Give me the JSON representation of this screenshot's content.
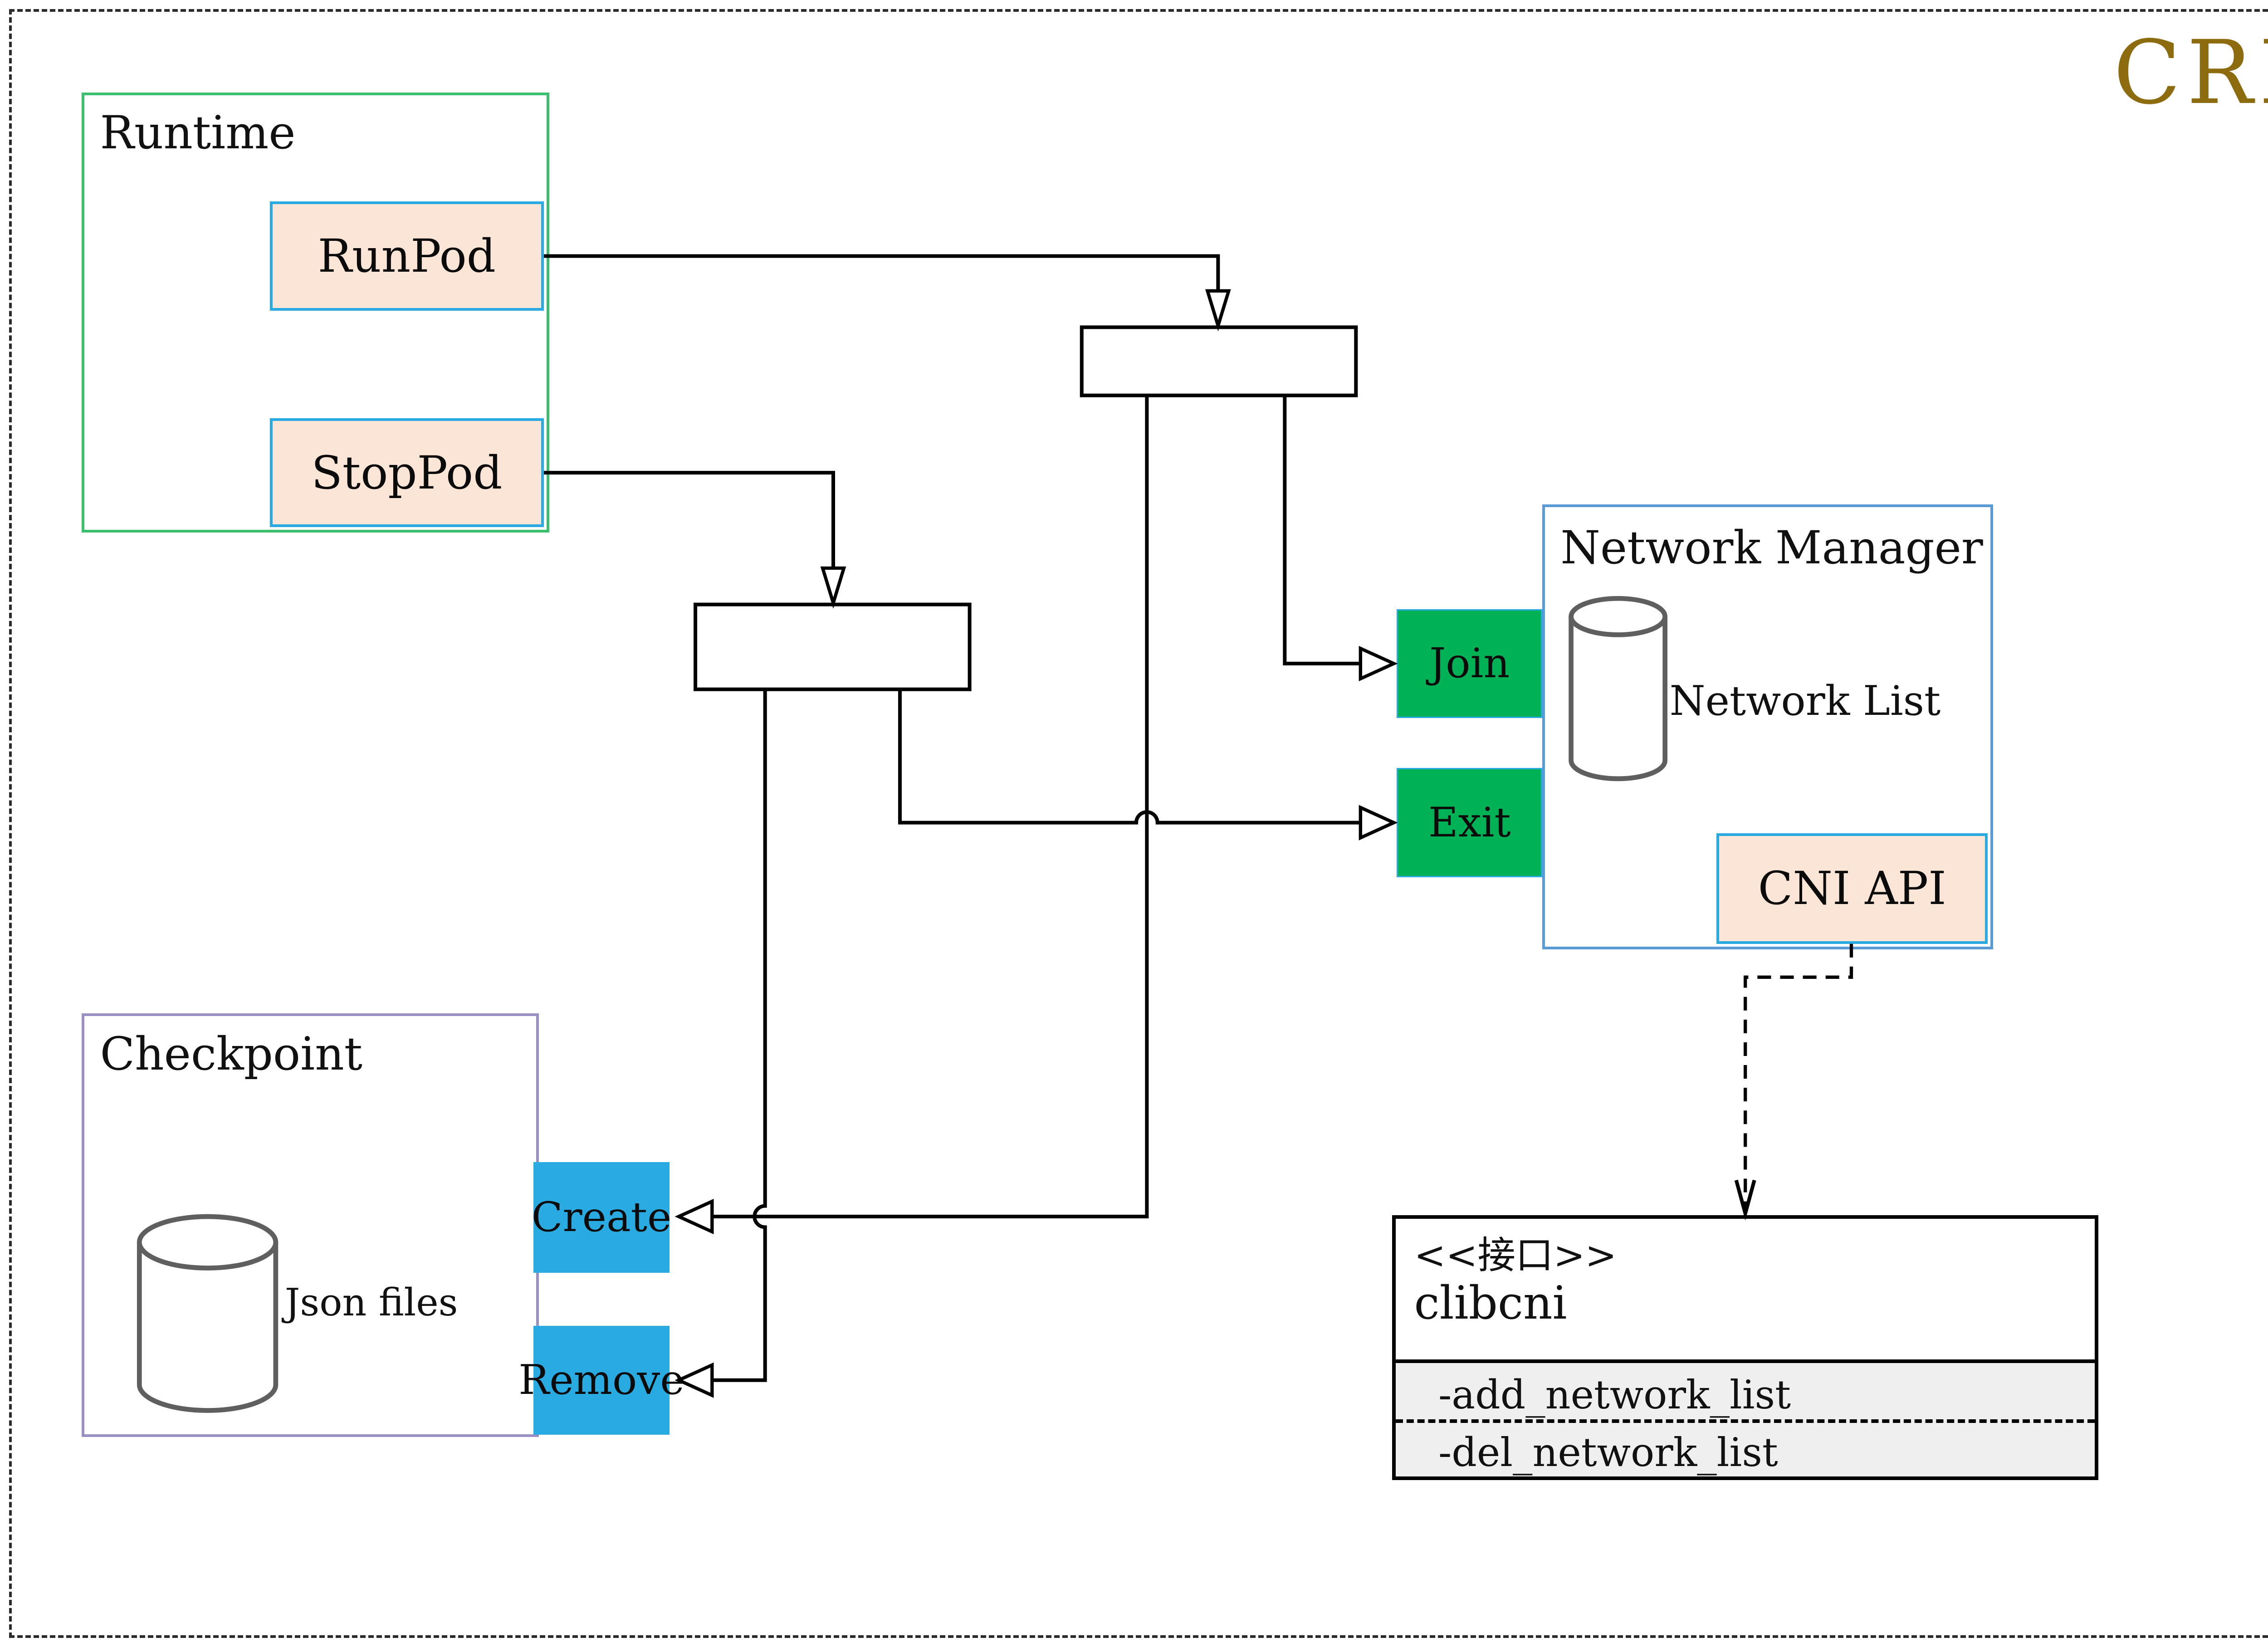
{
  "page_title": "CRI",
  "colors": {
    "accent_cyan": "#29abe2",
    "peach": "#fbe5d6",
    "green": "#00b156",
    "runtime_border": "#3bbf6e",
    "checkpoint_border": "#9c8fc4",
    "network_border": "#5b9bd5",
    "cylinder_gray": "#5f5f5f",
    "interface_section_bg": "#efefef",
    "title_gold": "#8d6c10",
    "line_black": "#000000"
  },
  "runtime": {
    "label": "Runtime",
    "buttons": [
      {
        "label": "RunPod"
      },
      {
        "label": "StopPod"
      }
    ]
  },
  "checkpoint": {
    "label": "Checkpoint",
    "datastore_label": "Json files",
    "buttons": [
      {
        "label": "Create"
      },
      {
        "label": "Remove"
      }
    ]
  },
  "network_manager": {
    "label": "Network Manager",
    "datastore_label": "Network List",
    "buttons": [
      {
        "label": "Join"
      },
      {
        "label": "Exit"
      }
    ],
    "api_label": "CNI API"
  },
  "interface_class": {
    "stereotype": "<<接口>>",
    "name": "clibcni",
    "methods": [
      {
        "label": "-add_network_list"
      },
      {
        "label": "-del_network_list"
      }
    ]
  }
}
